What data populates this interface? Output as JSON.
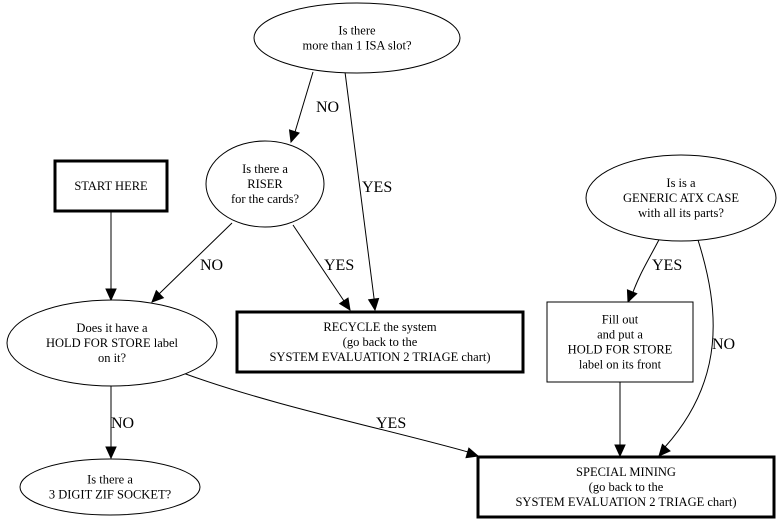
{
  "diagram": {
    "colors": {
      "stroke": "#000000",
      "background": "#ffffff",
      "text": "#000000"
    },
    "nodes": {
      "isa_slot": {
        "shape": "ellipse",
        "lines": [
          "Is there",
          "more than 1 ISA slot?"
        ]
      },
      "riser": {
        "shape": "ellipse",
        "lines": [
          "Is there a",
          "RISER",
          "for the cards?"
        ]
      },
      "start": {
        "shape": "box-bold",
        "lines": [
          "START HERE"
        ]
      },
      "generic_atx": {
        "shape": "ellipse",
        "lines": [
          "Is is a",
          "GENERIC ATX CASE",
          "with all its parts?"
        ]
      },
      "hold_label": {
        "shape": "ellipse",
        "lines": [
          "Does it have a",
          "HOLD FOR STORE label",
          "on it?"
        ]
      },
      "recycle": {
        "shape": "box-bold",
        "lines": [
          "RECYCLE the system",
          "(go back to the",
          "SYSTEM EVALUATION 2 TRIAGE chart)"
        ]
      },
      "fill_out": {
        "shape": "box",
        "lines": [
          "Fill out",
          "and put a",
          "HOLD FOR STORE",
          "label on its front"
        ]
      },
      "zif_socket": {
        "shape": "ellipse",
        "lines": [
          "Is there a",
          "3 DIGIT ZIF SOCKET?"
        ]
      },
      "special_mining": {
        "shape": "box-bold",
        "lines": [
          "SPECIAL MINING",
          "(go back to the",
          "SYSTEM EVALUATION 2 TRIAGE chart)"
        ]
      }
    },
    "edges": [
      {
        "from": "isa_slot",
        "to": "riser",
        "label": "NO"
      },
      {
        "from": "isa_slot",
        "to": "recycle",
        "label": "YES"
      },
      {
        "from": "riser",
        "to": "hold_label",
        "label": "NO"
      },
      {
        "from": "riser",
        "to": "recycle",
        "label": "YES"
      },
      {
        "from": "start",
        "to": "hold_label",
        "label": ""
      },
      {
        "from": "hold_label",
        "to": "zif_socket",
        "label": "NO"
      },
      {
        "from": "hold_label",
        "to": "special_mining",
        "label": "YES"
      },
      {
        "from": "generic_atx",
        "to": "fill_out",
        "label": "YES"
      },
      {
        "from": "generic_atx",
        "to": "special_mining",
        "label": "NO"
      },
      {
        "from": "fill_out",
        "to": "special_mining",
        "label": ""
      }
    ]
  }
}
